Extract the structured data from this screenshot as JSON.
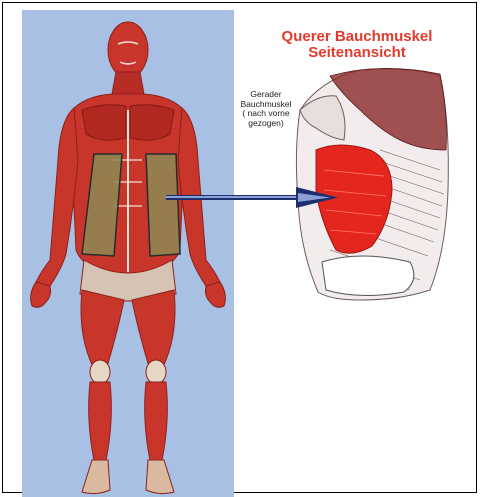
{
  "title": {
    "line1": "Querer Bauchmuskel",
    "line2": "Seitenansicht"
  },
  "side_label": {
    "line1": "Gerader",
    "line2": "Bauchmuskel",
    "line3": "( nach vorne",
    "line4": "gezogen)"
  },
  "colors": {
    "panel_background": "#a7c0e4",
    "muscle_red": "#c8352b",
    "muscle_dark": "#8f1f1a",
    "tendon": "#e6d6c4",
    "highlight_box": "#8c8a55",
    "arrow": "#1f2f6e",
    "title_red": "#e23b2b"
  },
  "icons": {
    "arrow": "right-arrow-icon"
  }
}
